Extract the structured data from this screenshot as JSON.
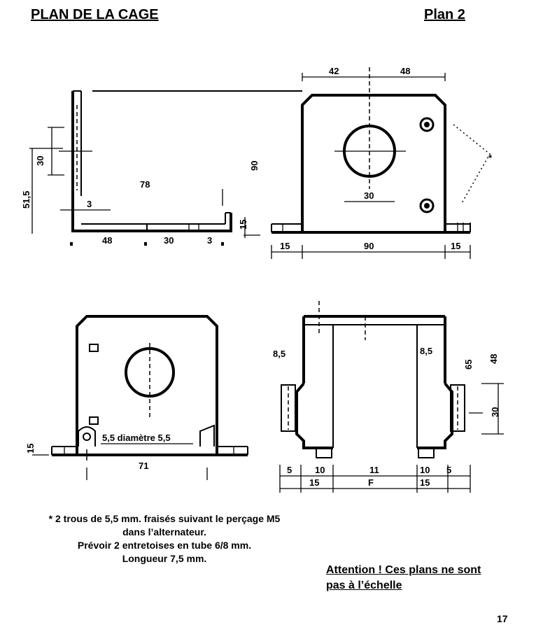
{
  "header": {
    "title": "PLAN DE LA CAGE",
    "plan": "Plan 2"
  },
  "dims": {
    "d42": "42",
    "d48_top": "48",
    "d30_left": "30",
    "d51_5": "51,5",
    "d90_v": "90",
    "d78": "78",
    "d3_a": "3",
    "d30_circle": "30",
    "d15_v": "15",
    "d48_b": "48",
    "d30_b": "30",
    "d3_b": "3",
    "d15_l": "15",
    "d90_h": "90",
    "d15_r": "15",
    "d15_left2": "15",
    "d5_5": "5,5 diamètre 5,5",
    "d71": "71",
    "d8_5_l": "8,5",
    "d8_5_r": "8,5",
    "d65": "65",
    "d48_r": "48",
    "d30_r": "30",
    "b5_l": "5",
    "b10_l": "10",
    "b11": "11",
    "b10_r": "10",
    "b5_r": "5",
    "b15_l": "15",
    "bF": "F",
    "b15_r": "15",
    "asterisk": "*"
  },
  "notes": {
    "line1": "* 2 trous de 5,5 mm. fraisés suivant le perçage M5",
    "line2": "dans l’alternateur.",
    "line3": "Prévoir 2 entretoises en tube 6/8 mm.",
    "line4": "Longueur 7,5 mm."
  },
  "warning": {
    "line1": "Attention ! Ces plans ne sont",
    "line2": "pas à l’échelle"
  },
  "page_number": "17"
}
